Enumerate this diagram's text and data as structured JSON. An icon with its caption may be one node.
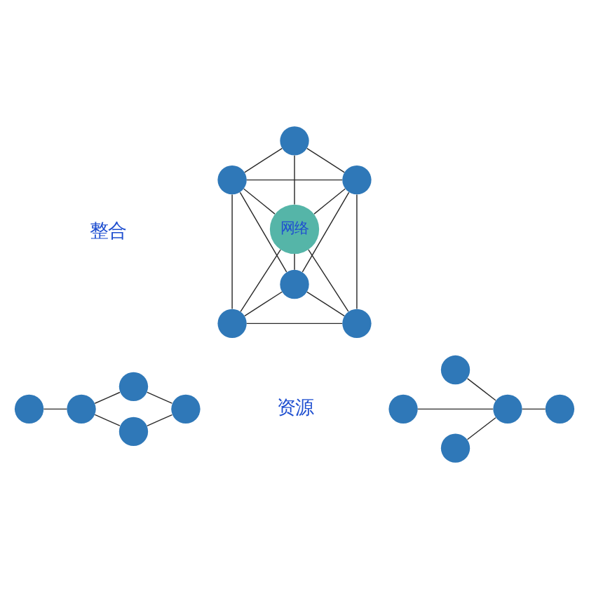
{
  "diagram": {
    "nodes": [
      {
        "text": [],
        "shape": "circle"
      },
      {
        "text": [],
        "shape": "circle"
      },
      {
        "text": [],
        "shape": "circle"
      },
      {
        "text": [],
        "shape": "circle"
      },
      {
        "text": [],
        "shape": "circle"
      },
      {
        "text": [],
        "shape": "circle"
      },
      {
        "text": [],
        "shape": "circle"
      },
      {
        "text": [],
        "shape": "circle"
      },
      {
        "text": [
          "网络"
        ]
      },
      {
        "text": [],
        "shape": "circle"
      },
      {
        "text": [],
        "shape": "circle"
      },
      {
        "text": [],
        "shape": "circle"
      },
      {
        "text": [],
        "shape": "circle"
      },
      {
        "text": [],
        "shape": "circle"
      },
      {
        "text": [],
        "shape": "circle"
      },
      {
        "text": [],
        "shape": "circle"
      },
      {
        "text": [],
        "shape": "circle"
      }
    ],
    "edges": [
      {
        "from": 0,
        "to": 1,
        "arrow": "none"
      },
      {
        "from": 1,
        "to": 2,
        "arrow": "none"
      },
      {
        "from": 1,
        "to": 3,
        "arrow": "none"
      },
      {
        "from": 2,
        "to": 4,
        "arrow": "none"
      },
      {
        "from": 3,
        "to": 4,
        "arrow": "none"
      },
      {
        "from": 5,
        "to": 6,
        "arrow": "none"
      },
      {
        "from": 5,
        "to": 7,
        "arrow": "none"
      },
      {
        "from": 5,
        "to": 8,
        "arrow": "none"
      },
      {
        "from": 6,
        "to": 7,
        "arrow": "none"
      },
      {
        "from": 6,
        "to": 8,
        "arrow": "none"
      },
      {
        "from": 6,
        "to": 9,
        "arrow": "none"
      },
      {
        "from": 6,
        "to": 11,
        "arrow": "none"
      },
      {
        "from": 7,
        "to": 8,
        "arrow": "none"
      },
      {
        "from": 7,
        "to": 10,
        "arrow": "none"
      },
      {
        "from": 7,
        "to": 11,
        "arrow": "none"
      },
      {
        "from": 8,
        "to": 9,
        "arrow": "none"
      },
      {
        "from": 8,
        "to": 10,
        "arrow": "none"
      },
      {
        "from": 8,
        "to": 11,
        "arrow": "none"
      },
      {
        "from": 9,
        "to": 10,
        "arrow": "none"
      },
      {
        "from": 9,
        "to": 11,
        "arrow": "none"
      },
      {
        "from": 10,
        "to": 11,
        "arrow": "none"
      },
      {
        "from": 12,
        "to": 15,
        "arrow": "none"
      },
      {
        "from": 13,
        "to": 15,
        "arrow": "none"
      },
      {
        "from": 14,
        "to": 15,
        "arrow": "none"
      },
      {
        "from": 15,
        "to": 16,
        "arrow": "none"
      }
    ],
    "labels": [
      "资源",
      "整合"
    ]
  }
}
